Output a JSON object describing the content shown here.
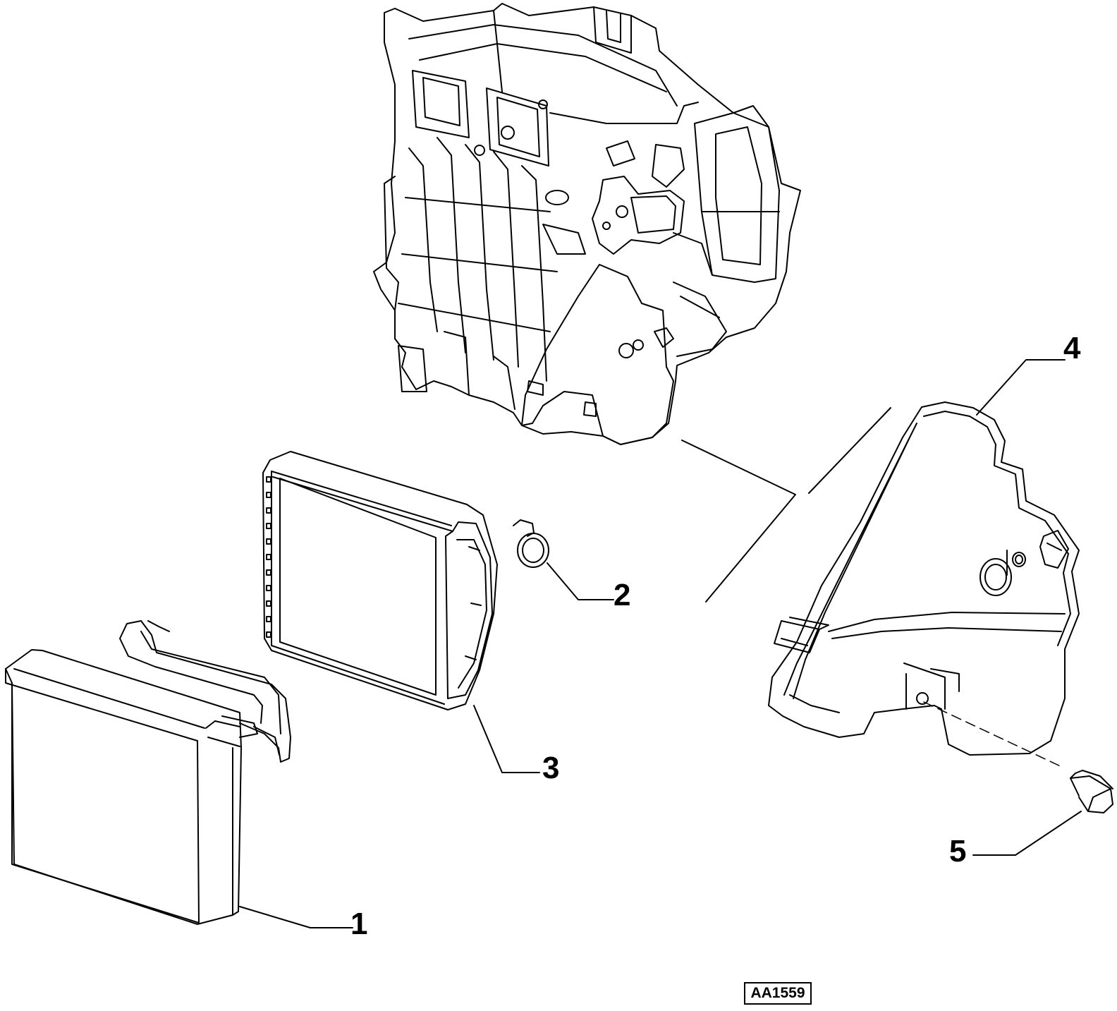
{
  "callouts": [
    {
      "id": 1,
      "label": "1"
    },
    {
      "id": 2,
      "label": "2"
    },
    {
      "id": 3,
      "label": "3"
    },
    {
      "id": 4,
      "label": "4"
    },
    {
      "id": 5,
      "label": "5"
    }
  ],
  "reference_code": "AA1559",
  "colors": {
    "line": "#000000",
    "paper": "#ffffff"
  }
}
